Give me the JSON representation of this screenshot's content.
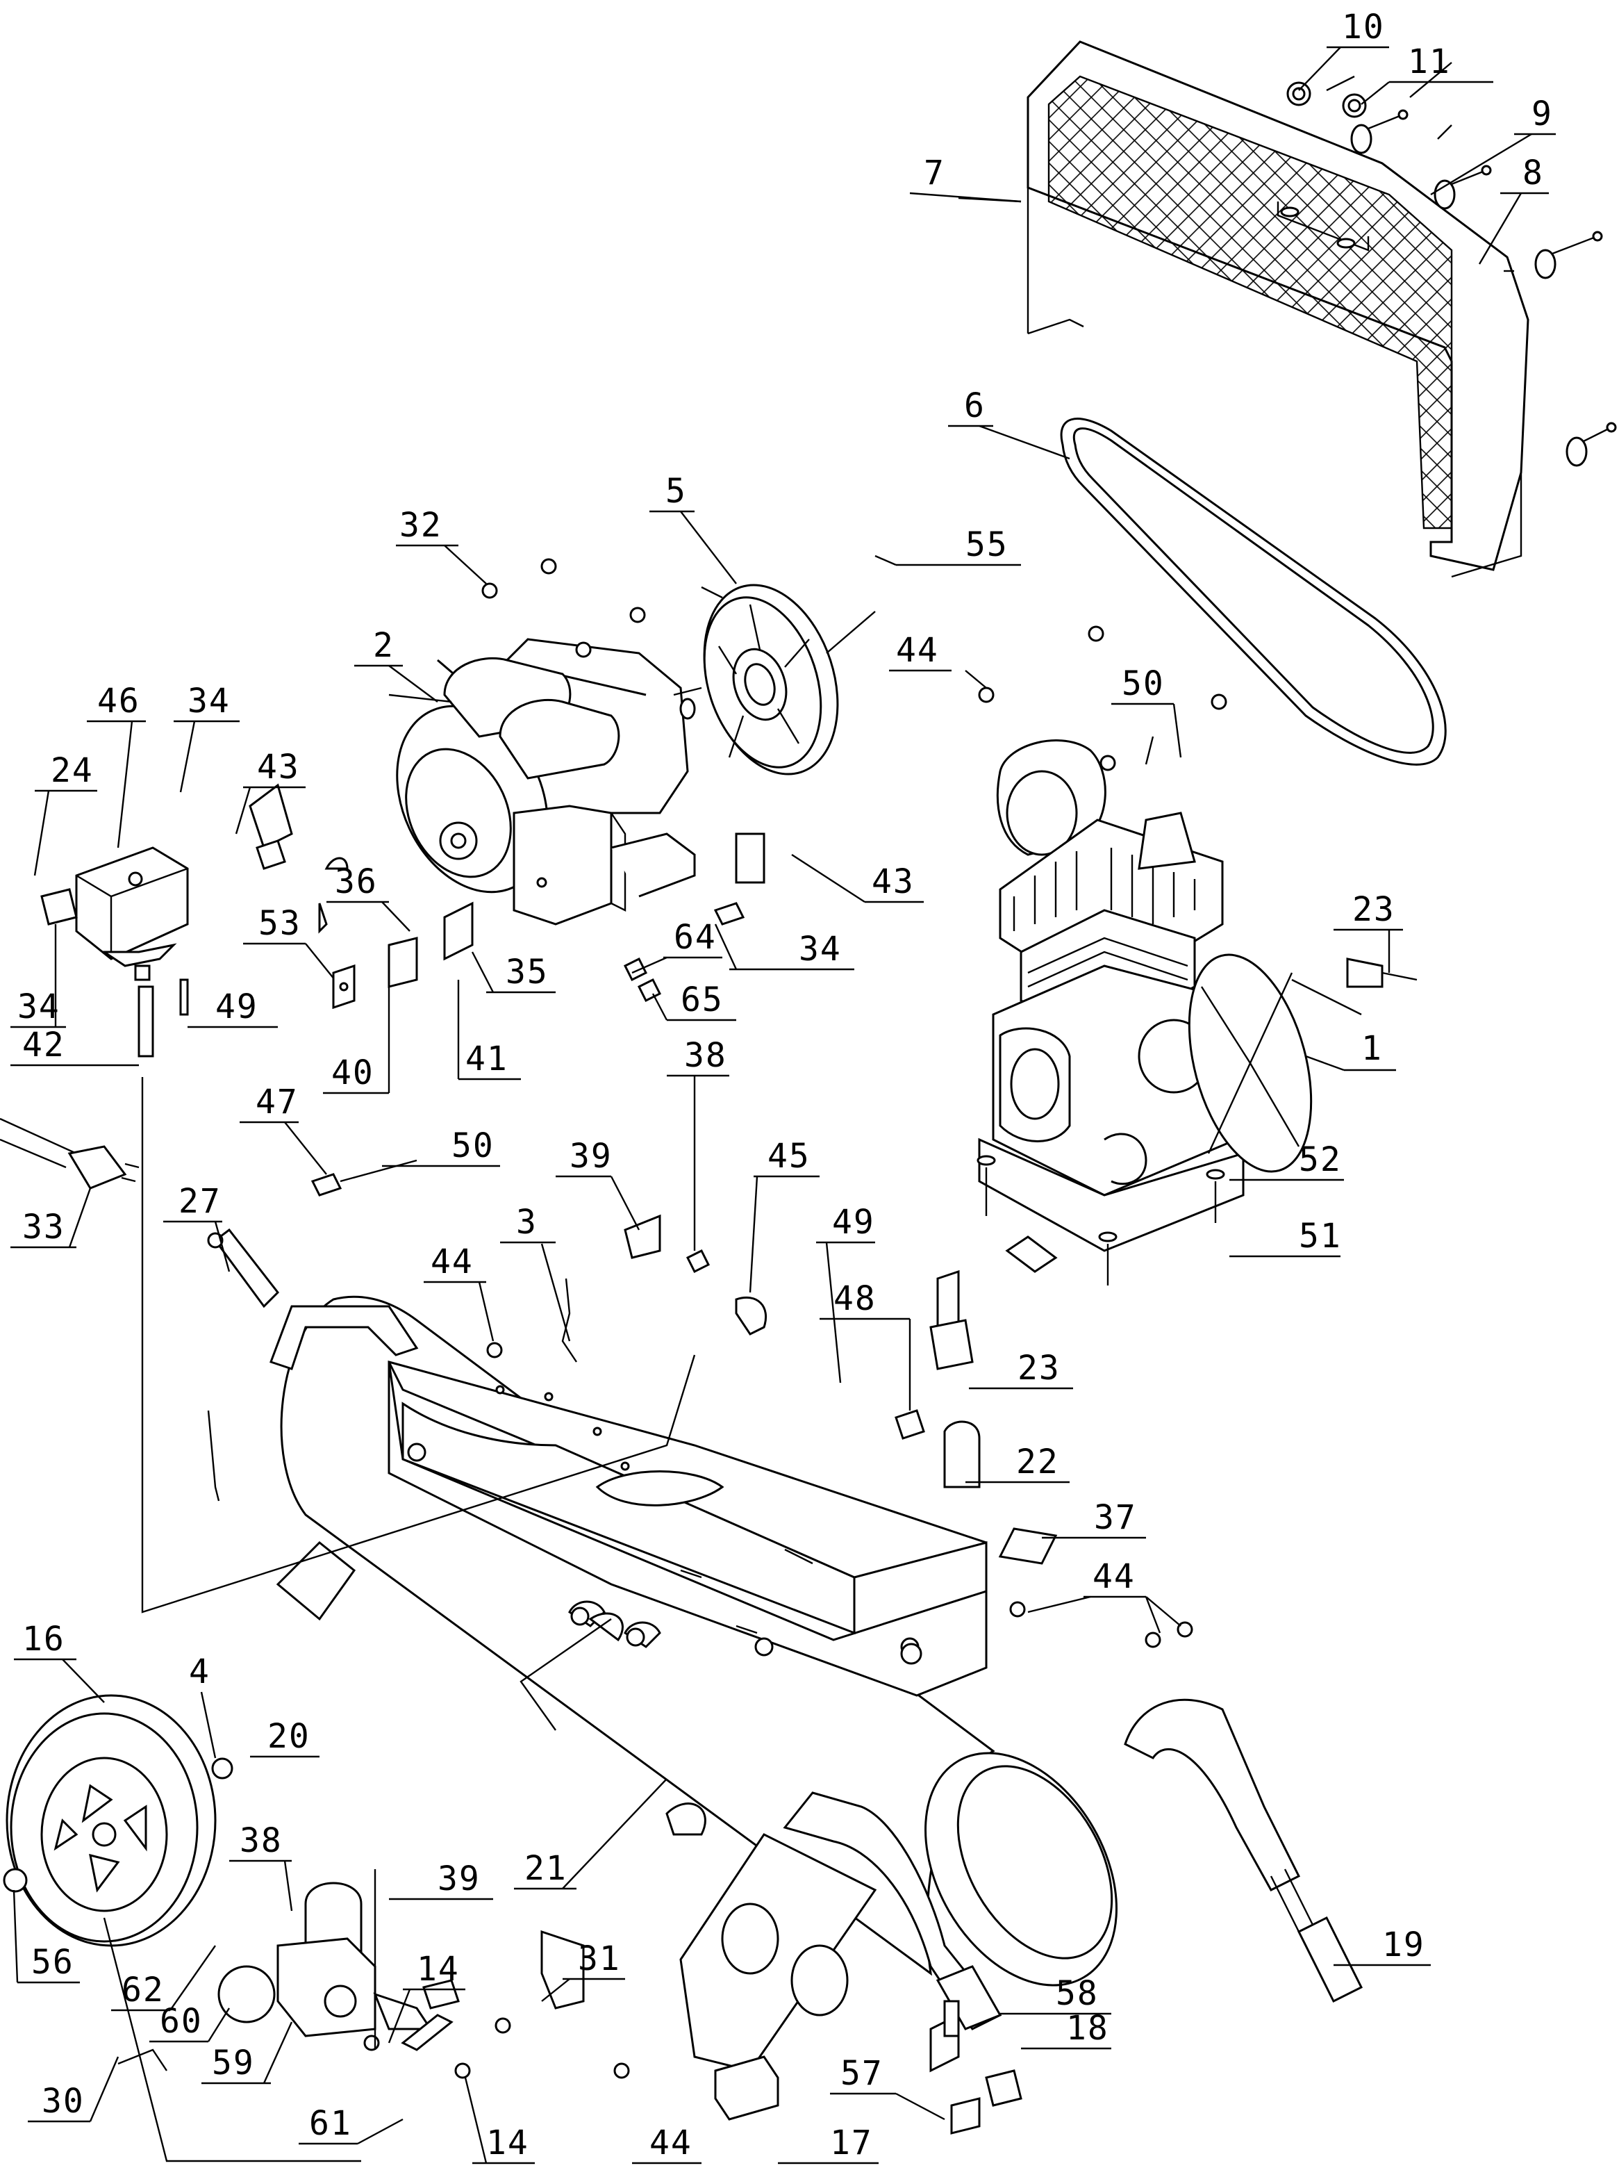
{
  "labels": {
    "l1": "1",
    "l2": "2",
    "l3": "3",
    "l4": "4",
    "l5": "5",
    "l6": "6",
    "l7": "7",
    "l8": "8",
    "l9": "9",
    "l10": "10",
    "l11": "11",
    "l14a": "14",
    "l14b": "14",
    "l16": "16",
    "l17": "17",
    "l18": "18",
    "l19": "19",
    "l20": "20",
    "l21": "21",
    "l22": "22",
    "l23a": "23",
    "l23b": "23",
    "l24": "24",
    "l27": "27",
    "l30": "30",
    "l31": "31",
    "l32": "32",
    "l33": "33",
    "l34a": "34",
    "l34b": "34",
    "l34c": "34",
    "l35": "35",
    "l36": "36",
    "l37": "37",
    "l38a": "38",
    "l38b": "38",
    "l39a": "39",
    "l39b": "39",
    "l40": "40",
    "l41": "41",
    "l42": "42",
    "l43a": "43",
    "l43b": "43",
    "l44a": "44",
    "l44b": "44",
    "l44c": "44",
    "l44d": "44",
    "l45": "45",
    "l46": "46",
    "l47": "47",
    "l48": "48",
    "l49a": "49",
    "l49b": "49",
    "l50a": "50",
    "l50b": "50",
    "l51": "51",
    "l52": "52",
    "l53": "53",
    "l55": "55",
    "l56": "56",
    "l57": "57",
    "l58": "58",
    "l59": "59",
    "l60": "60",
    "l61": "61",
    "l62": "62",
    "l64": "64",
    "l65": "65"
  }
}
